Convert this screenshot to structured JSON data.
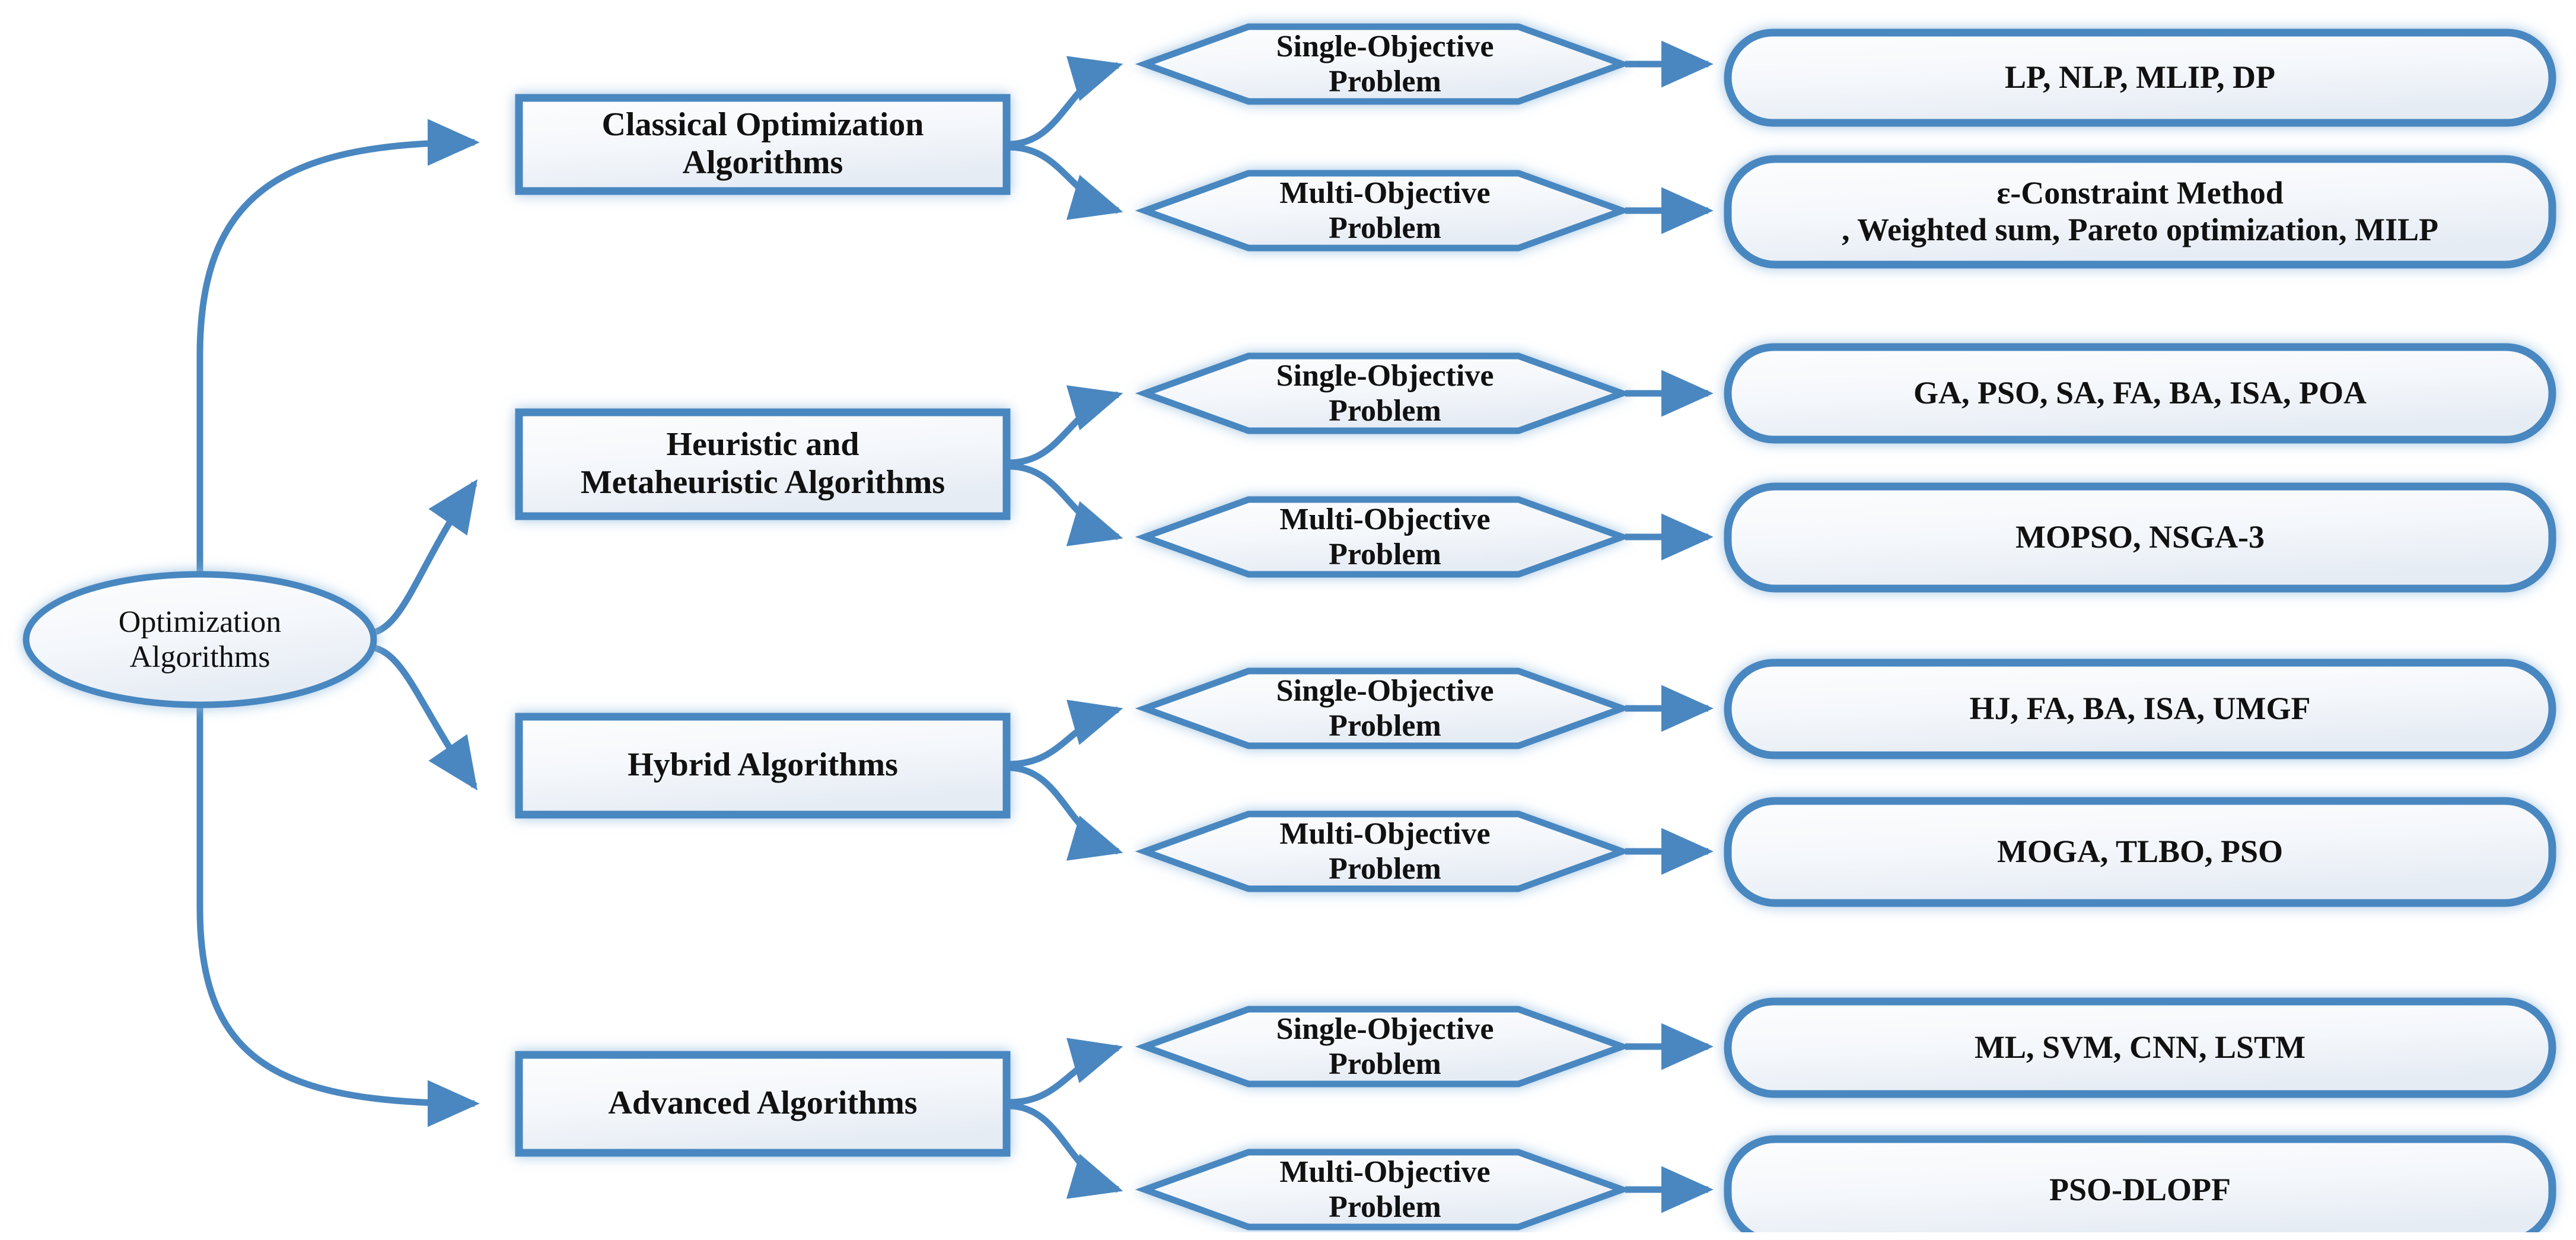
{
  "diagram": {
    "title": "Optimization Algorithms taxonomy",
    "colors": {
      "stroke": "#4A87C0",
      "stroke_dark": "#3F7CB4",
      "fill_top": "#FDFDFE",
      "fill_bottom": "#E8EDF4",
      "glow": "#BBD3EA",
      "text": "#111111",
      "background": "#FFFFFF"
    },
    "root": {
      "label": "Optimization\nAlgorithms",
      "shape": "ellipse"
    },
    "branches": [
      {
        "category": "Classical Optimization\nAlgorithms",
        "children": [
          {
            "problem": "Single-Objective\nProblem",
            "methods": "LP, NLP, MLIP, DP"
          },
          {
            "problem": "Multi-Objective\nProblem",
            "methods": "ε-Constraint Method\n, Weighted sum, Pareto optimization, MILP"
          }
        ]
      },
      {
        "category": "Heuristic and\nMetaheuristic Algorithms",
        "children": [
          {
            "problem": "Single-Objective\nProblem",
            "methods": "GA, PSO, SA, FA, BA, ISA, POA"
          },
          {
            "problem": "Multi-Objective\nProblem",
            "methods": "MOPSO, NSGA-3"
          }
        ]
      },
      {
        "category": "Hybrid Algorithms",
        "children": [
          {
            "problem": "Single-Objective\nProblem",
            "methods": "HJ, FA, BA, ISA, UMGF"
          },
          {
            "problem": "Multi-Objective\nProblem",
            "methods": "MOGA, TLBO, PSO"
          }
        ]
      },
      {
        "category": "Advanced Algorithms",
        "children": [
          {
            "problem": "Single-Objective\nProblem",
            "methods": "ML, SVM, CNN, LSTM"
          },
          {
            "problem": "Multi-Objective\nProblem",
            "methods": "PSO-DLOPF"
          }
        ]
      }
    ]
  }
}
